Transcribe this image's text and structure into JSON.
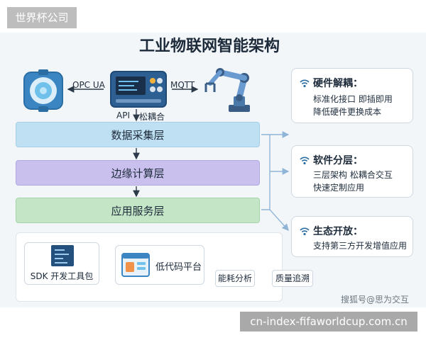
{
  "source_badge": "世界杯公司",
  "site_badge": "cn-index-fifaworldcup.com.cn",
  "title": "工业物联网智能架构",
  "devices": {
    "left_protocol": "OPC UA",
    "right_protocol": "MQTT",
    "api_label": "API",
    "coupling_label": "松耦合"
  },
  "layers": [
    "数据采集层",
    "边缘计算层",
    "应用服务层"
  ],
  "tools": {
    "sdk": "SDK 开发工具包",
    "lowcode": "低代码平台",
    "energy": "能耗分析",
    "quality": "质量追溯"
  },
  "cards": [
    {
      "title": "硬件解耦：",
      "lines": [
        "标准化接口 即插即用",
        "降低硬件更换成本"
      ]
    },
    {
      "title": "软件分层：",
      "lines": [
        "三层架构 松耦合交互",
        "快速定制应用"
      ]
    },
    {
      "title": "生态开放：",
      "lines": [
        "支持第三方开发增值应用"
      ]
    }
  ],
  "watermark": "搜狐号@思为交互",
  "colors": {
    "acquisition_layer": "#bfe0f3",
    "edge_layer": "#c9c0ee",
    "service_layer": "#c4e6c6",
    "accent": "#2b6ea3"
  },
  "icons": [
    "sensor-icon",
    "controller-icon",
    "robot-arm-icon",
    "code-doc-icon",
    "low-code-window-icon",
    "wifi-icon"
  ]
}
